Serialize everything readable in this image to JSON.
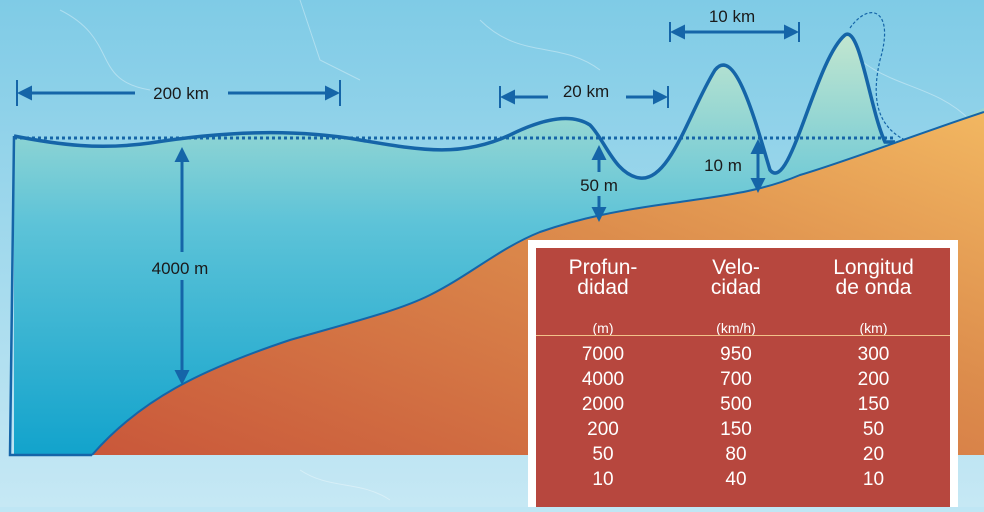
{
  "labels": {
    "dist_200km": "200 km",
    "dist_20km": "20 km",
    "dist_10km": "10 km",
    "depth_4000m": "4000 m",
    "depth_50m": "50 m",
    "depth_10m": "10 m"
  },
  "table": {
    "headers": [
      {
        "line1": "Profun-",
        "line2": "didad",
        "unit": "(m)"
      },
      {
        "line1": "Velo-",
        "line2": "cidad",
        "unit": "(km/h)"
      },
      {
        "line1": "Longitud",
        "line2": "de onda",
        "unit": "(km)"
      }
    ],
    "depth": [
      "7000",
      "4000",
      "2000",
      "200",
      "50",
      "10"
    ],
    "speed": [
      "950",
      "700",
      "500",
      "150",
      "80",
      "40"
    ],
    "wavelength": [
      "300",
      "200",
      "150",
      "50",
      "20",
      "10"
    ]
  },
  "colors": {
    "wave_stroke": "#1565a8",
    "ocean_top": "#bfe6cc",
    "ocean_bottom": "#1aa9cf",
    "seafloor": "#d8884a",
    "table_bg": "#b7473e"
  }
}
